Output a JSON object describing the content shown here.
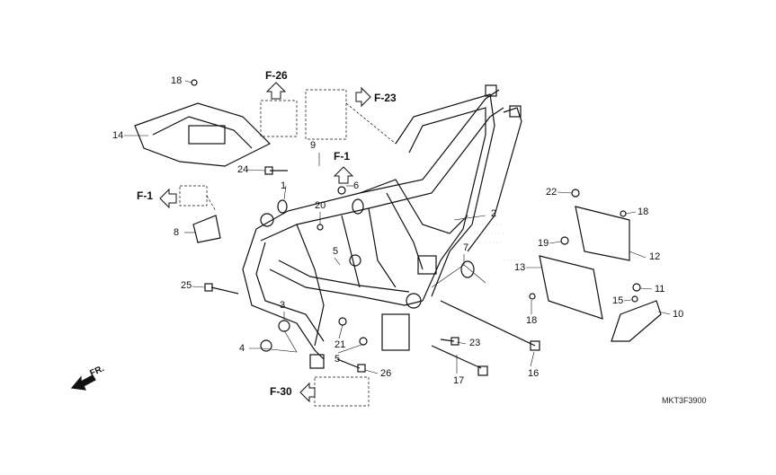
{
  "diagram_code": "MKT3F3900",
  "direction_label": "FR.",
  "references": {
    "f26": "F-26",
    "f23": "F-23",
    "f1_top": "F-1",
    "f1_left": "F-1",
    "f30": "F-30"
  },
  "part_labels": {
    "p18a": "18",
    "p14": "14",
    "p9": "9",
    "p24": "24",
    "p6": "6",
    "p1": "1",
    "p20": "20",
    "p2": "2",
    "p8": "8",
    "p7": "7",
    "p5a": "5",
    "p22": "22",
    "p18b": "18",
    "p19": "19",
    "p12": "12",
    "p13": "13",
    "p11": "11",
    "p25": "25",
    "p3": "3",
    "p15": "15",
    "p10": "10",
    "p18c": "18",
    "p4": "4",
    "p21": "21",
    "p5b": "5",
    "p23": "23",
    "p16": "16",
    "p26": "26",
    "p17": "17"
  }
}
